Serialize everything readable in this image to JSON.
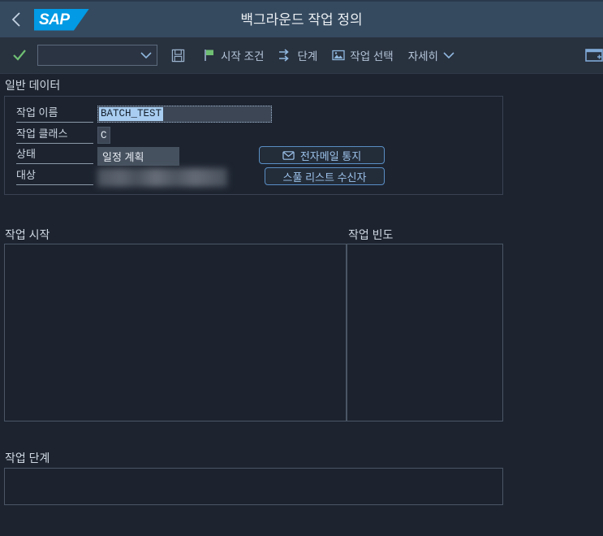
{
  "header": {
    "back_icon": "chevron-left-icon",
    "logo_text": "SAP",
    "title": "백그라운드 작업 정의"
  },
  "toolbar": {
    "confirm_icon": "checkmark-icon",
    "combo_value": "",
    "combo_chevron": "chevron-down-icon",
    "save_icon": "save-floppy-icon",
    "items": [
      {
        "label": "시작 조건",
        "icon": "flag-icon"
      },
      {
        "label": "단계",
        "icon": "steps-arrows-icon"
      },
      {
        "label": "작업 선택",
        "icon": "image-picture-icon"
      },
      {
        "label": "자세히",
        "icon": "chevron-down-icon"
      }
    ],
    "overflow_icon": "new-window-icon"
  },
  "general_data": {
    "title": "일반 데이터",
    "fields": [
      {
        "label": "작업 이름",
        "value": "BATCH_TEST",
        "state": "selected"
      },
      {
        "label": "작업 클래스",
        "value": "C",
        "state": "plain"
      },
      {
        "label": "상태",
        "value": "일정 계획",
        "state": "readonly"
      },
      {
        "label": "대상",
        "value": "",
        "state": "blurred"
      }
    ],
    "buttons": [
      {
        "label": "전자메일 통지",
        "icon": "envelope-icon"
      },
      {
        "label": "스풀 리스트 수신자",
        "icon": ""
      }
    ]
  },
  "panels": {
    "job_start": {
      "label": "작업 시작",
      "content": ""
    },
    "job_frequency": {
      "label": "작업 빈도",
      "content": ""
    },
    "job_steps": {
      "label": "작업 단계",
      "content": ""
    }
  },
  "colors": {
    "header_bg": "#354a5f",
    "toolbar_bg": "#28313e",
    "page_bg": "#1d2430",
    "sap_blue": "#029ae4",
    "accent_blue": "#5a8ec4",
    "check_green": "#6fbf73",
    "flag_green": "#6fbf73",
    "selection_blue": "#a8cdf0"
  }
}
